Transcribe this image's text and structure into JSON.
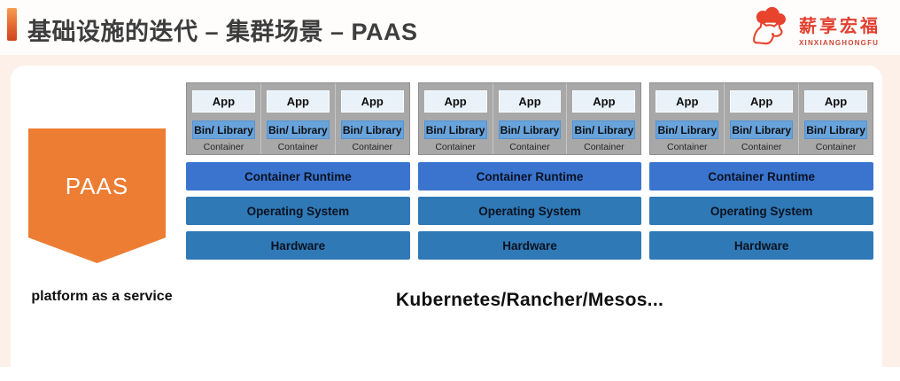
{
  "header": {
    "title": "基础设施的迭代 – 集群场景 – PAAS",
    "logo": {
      "brand": "薪享宏福",
      "brand_latin": "XINXIANGHONGFU"
    }
  },
  "paas": {
    "label": "PAAS",
    "caption": "platform as a service"
  },
  "stack_labels": {
    "app": "App",
    "bin_library": "Bin/ Library",
    "container": "Container",
    "container_runtime": "Container Runtime",
    "operating_system": "Operating System",
    "hardware": "Hardware"
  },
  "cluster_caption": "Kubernetes/Rancher/Mesos...",
  "colors": {
    "accent_orange": "#ec7d33",
    "runtime_blue": "#3a74cf",
    "system_blue": "#2f79b6",
    "bin_blue": "#68a3dc",
    "app_blue": "#e9f1f9",
    "container_gray": "#a8a8a8",
    "brand_red": "#e23f2e",
    "page_peach": "#fdf0e8"
  }
}
